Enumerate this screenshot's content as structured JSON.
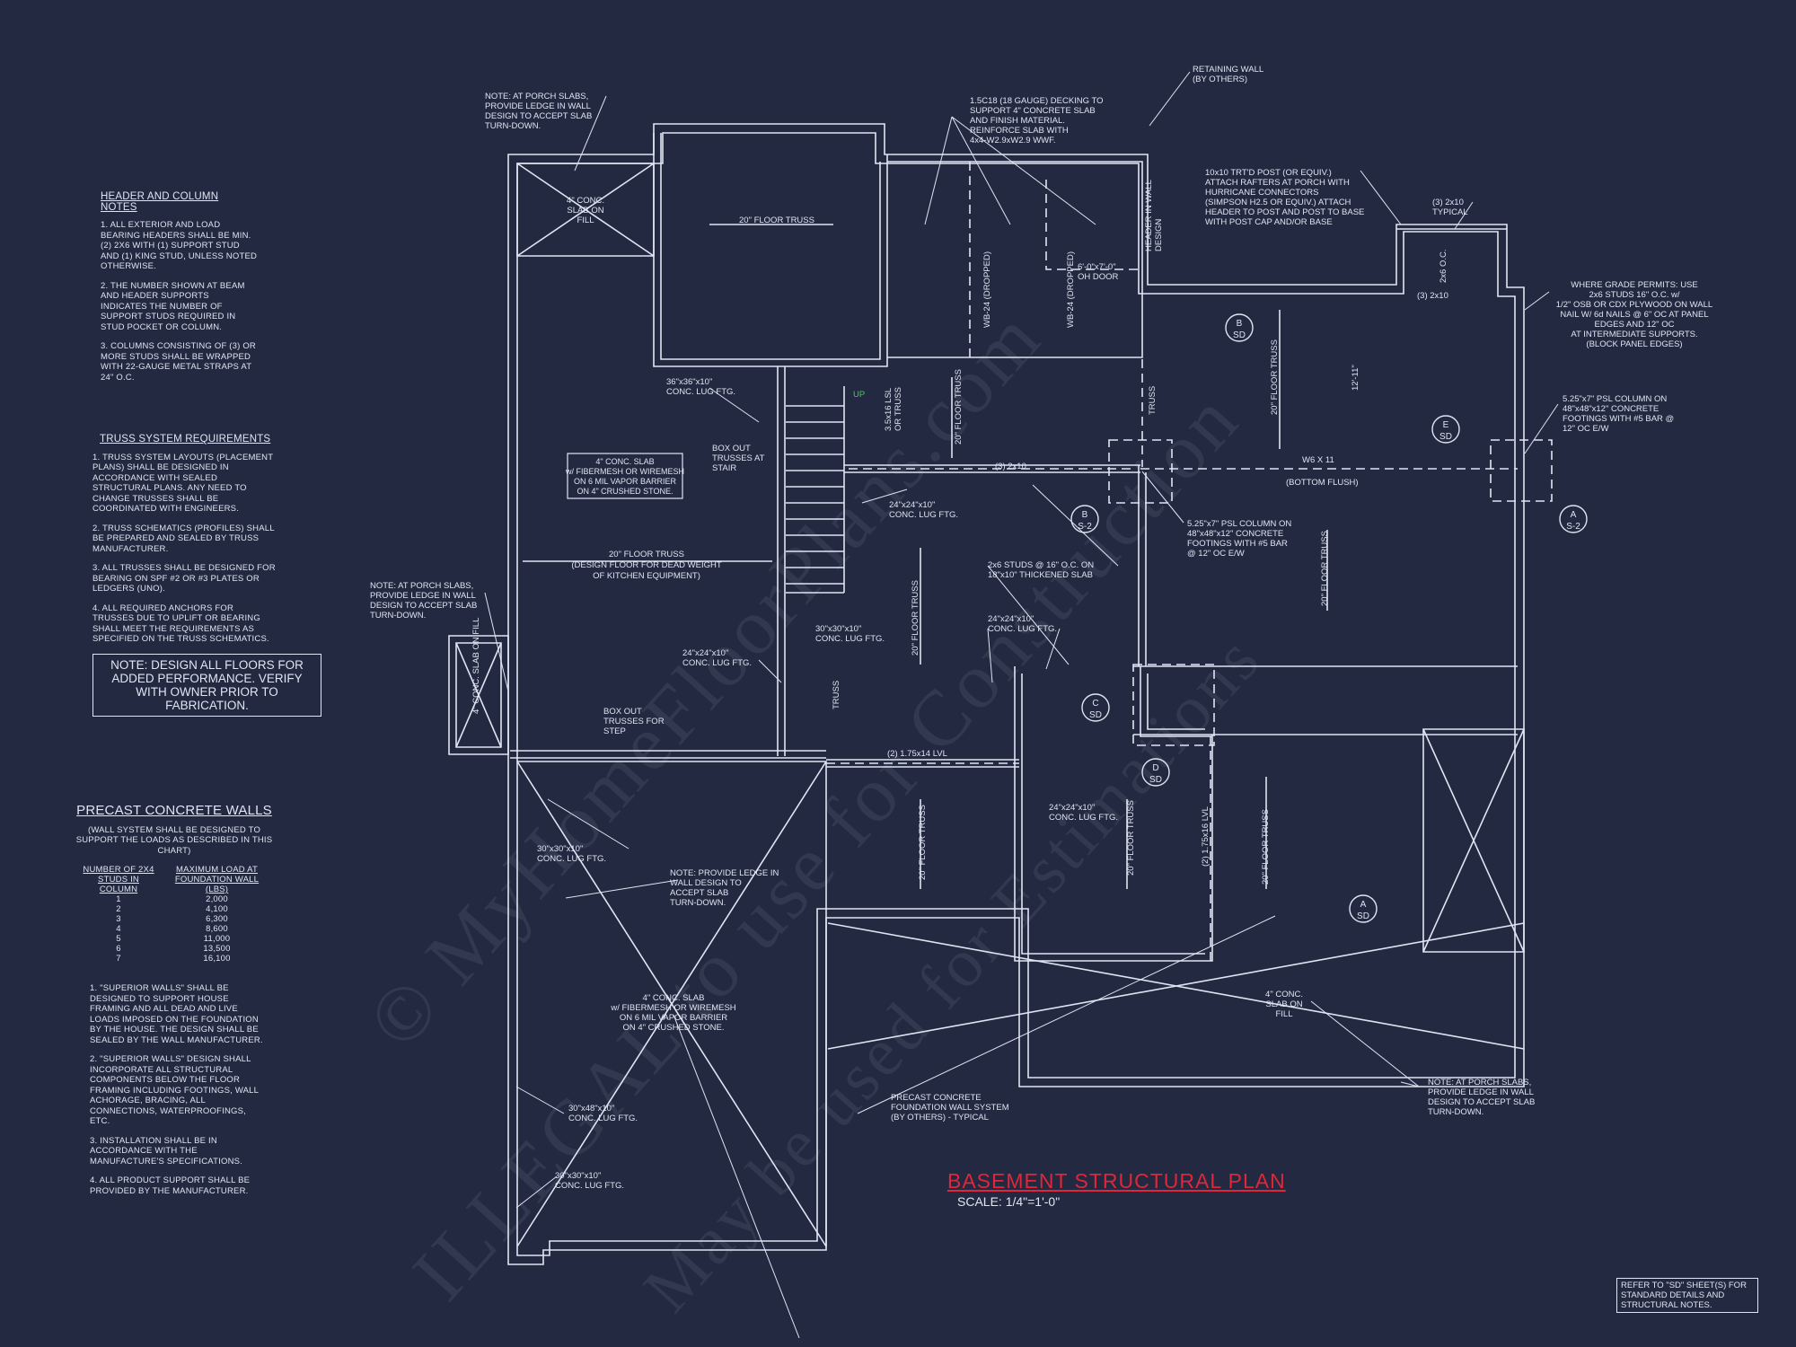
{
  "sheet": {
    "title": "BASEMENT STRUCTURAL PLAN",
    "scale": "SCALE: 1/4\"=1'-0\"",
    "reference": "REFER TO \"SD\" SHEET(S) FOR STANDARD DETAILS AND STRUCTURAL NOTES.",
    "watermark_lines": [
      "© MyHomeFloorPlans.com",
      "ILLEGAL to use for Construction",
      "May be used for Estimations"
    ],
    "colors": {
      "background": "#232940",
      "linework": "#dfe5f2",
      "title": "#e0263a",
      "up_arrow": "#3bd14a"
    }
  },
  "header_column_notes": {
    "title": "HEADER AND COLUMN NOTES",
    "items": [
      "1. ALL EXTERIOR AND LOAD BEARING HEADERS SHALL BE MIN. (2) 2x6 WITH (1) SUPPORT STUD AND (1) KING STUD, UNLESS NOTED OTHERWISE.",
      "2. THE NUMBER SHOWN AT BEAM AND HEADER SUPPORTS INDICATES THE NUMBER OF SUPPORT STUDS REQUIRED IN STUD POCKET OR COLUMN.",
      "3. COLUMNS CONSISTING OF (3) OR MORE STUDS SHALL BE WRAPPED WITH 22-GAUGE METAL STRAPS AT 24\" O.C."
    ]
  },
  "truss_requirements": {
    "title": "TRUSS SYSTEM REQUIREMENTS",
    "items": [
      "1. TRUSS SYSTEM LAYOUTS (PLACEMENT PLANS) SHALL BE DESIGNED IN ACCORDANCE WITH SEALED STRUCTURAL PLANS. ANY NEED TO CHANGE TRUSSES SHALL BE COORDINATED WITH ENGINEERS.",
      "2. TRUSS SCHEMATICS (PROFILES) SHALL BE PREPARED AND SEALED BY TRUSS MANUFACTURER.",
      "3. ALL TRUSSES SHALL BE DESIGNED FOR BEARING ON SPF #2 OR #3 PLATES OR LEDGERS (UNO).",
      "4. ALL REQUIRED ANCHORS FOR TRUSSES DUE TO UPLIFT OR BEARING SHALL MEET THE REQUIREMENTS AS SPECIFIED ON THE TRUSS SCHEMATICS."
    ],
    "boxed_note": "NOTE: DESIGN ALL FLOORS FOR ADDED PERFORMANCE. VERIFY WITH OWNER PRIOR TO FABRICATION."
  },
  "precast_walls": {
    "title": "PRECAST CONCRETE WALLS",
    "subtitle": "(WALL SYSTEM SHALL BE DESIGNED TO SUPPORT THE LOADS AS DESCRIBED IN THIS CHART)",
    "col1_header": "NUMBER OF 2x4 STUDS IN COLUMN",
    "col2_header": "MAXIMUM LOAD AT FOUNDATION WALL (LBS)",
    "rows": [
      [
        "1",
        "2,000"
      ],
      [
        "2",
        "4,100"
      ],
      [
        "3",
        "6,300"
      ],
      [
        "4",
        "8,600"
      ],
      [
        "5",
        "11,000"
      ],
      [
        "6",
        "13,500"
      ],
      [
        "7",
        "16,100"
      ]
    ],
    "items": [
      "1. \"SUPERIOR WALLS\" SHALL BE DESIGNED TO SUPPORT HOUSE FRAMING AND ALL DEAD AND LIVE LOADS IMPOSED ON THE FOUNDATION BY THE HOUSE. THE DESIGN SHALL BE SEALED BY THE WALL MANUFACTURER.",
      "2. \"SUPERIOR WALLS\" DESIGN SHALL INCORPORATE ALL STRUCTURAL COMPONENTS BELOW THE FLOOR FRAMING INCLUDING FOOTINGS, WALL ACHORAGE, BRACING, ALL CONNECTIONS, WATERPROOFINGS, ETC.",
      "3. INSTALLATION SHALL BE IN ACCORDANCE WITH THE MANUFACTURE'S SPECIFICATIONS.",
      "4. ALL PRODUCT SUPPORT SHALL BE PROVIDED BY THE MANUFACTURER."
    ]
  },
  "plan_labels": {
    "porch_note_top": [
      "NOTE: AT PORCH SLABS,",
      "PROVIDE LEDGE IN WALL",
      "DESIGN TO ACCEPT SLAB",
      "TURN-DOWN."
    ],
    "porch_note_left": [
      "NOTE: AT PORCH SLABS,",
      "PROVIDE LEDGE IN WALL",
      "DESIGN TO ACCEPT SLAB",
      "TURN-DOWN."
    ],
    "porch_note_right": [
      "NOTE: AT PORCH SLABS,",
      "PROVIDE LEDGE IN WALL",
      "DESIGN TO ACCEPT SLAB",
      "TURN-DOWN."
    ],
    "ledge_note": [
      "NOTE: PROVIDE LEDGE IN",
      "WALL DESIGN TO",
      "ACCEPT SLAB",
      "TURN-DOWN."
    ],
    "retaining_wall": [
      "RETAINING WALL",
      "(BY OTHERS)"
    ],
    "decking": [
      "1.5C18 (18 GAUGE) DECKING TO",
      "SUPPORT 4\" CONCRETE SLAB",
      "AND FINISH MATERIAL.",
      "REINFORCE SLAB WITH",
      "4x4-W2.9xW2.9 WWF."
    ],
    "porch_post": [
      "10x10 TRT'D POST (OR EQUIV.)",
      "ATTACH RAFTERS AT PORCH WITH",
      "HURRICANE CONNECTORS",
      "(SIMPSON H2.5 OR EQUIV.) ATTACH",
      "HEADER TO POST AND POST TO BASE",
      "WITH POST CAP AND/OR BASE"
    ],
    "typical_2x10": [
      "(3) 2x10",
      "TYPICAL"
    ],
    "grade_permits": [
      "WHERE GRADE PERMITS: USE",
      "2x6 STUDS 16\" O.C. w/",
      "1/2\" OSB OR CDX PLYWOOD ON WALL",
      "NAIL W/ 6d NAILS @ 6\" OC AT PANEL",
      "EDGES AND 12\" OC",
      "AT INTERMEDIATE SUPPORTS.",
      "(BLOCK PANEL EDGES)"
    ],
    "psl_right": [
      "5.25\"x7\" PSL COLUMN ON",
      "48\"x48\"x12\" CONCRETE",
      "FOOTINGS WITH #5 BAR @",
      "12\" OC E/W"
    ],
    "psl_center": [
      "5.25\"x7\" PSL COLUMN ON",
      "48\"x48\"x12\" CONCRETE",
      "FOOTINGS WITH #5 BAR",
      "@ 12\" OC E/W"
    ],
    "studs_2x6": [
      "2x6 STUDS @ 16\" O.C. ON",
      "18\"x10\" THICKENED SLAB"
    ],
    "slab_box": [
      "4\" CONC. SLAB",
      "w/ FIBERMESH OR WIREMESH",
      "ON 6 MIL VAPOR BARRIER",
      "ON 4\" CRUSHED STONE."
    ],
    "slab_bottom": [
      "4\" CONC. SLAB",
      "w/ FIBERMESH OR WIREMESH",
      "ON 6 MIL VAPOR BARRIER",
      "ON 4\" CRUSHED STONE."
    ],
    "precast_system": [
      "PRECAST CONCRETE",
      "FOUNDATION WALL SYSTEM",
      "(BY OTHERS) - TYPICAL"
    ],
    "floor_truss_kitchen": [
      "20\" FLOOR TRUSS",
      "(DESIGN FLOOR FOR DEAD WEIGHT",
      "OF KITCHEN EQUIPMENT)"
    ],
    "box_out_stair": [
      "BOX OUT",
      "TRUSSES AT",
      "STAIR"
    ],
    "box_out_step": [
      "BOX OUT",
      "TRUSSES FOR",
      "STEP"
    ],
    "ftg_36": [
      "36\"x36\"x10\"",
      "CONC. LUG FTG."
    ],
    "ftg_24_a": [
      "24\"x24\"x10\"",
      "CONC. LUG FTG."
    ],
    "ftg_24_b": [
      "24\"x24\"x10\"",
      "CONC. LUG FTG."
    ],
    "ftg_24_c": [
      "24\"x24\"x10\"",
      "CONC. LUG FTG."
    ],
    "ftg_24_d": [
      "24\"x24\"x10\"",
      "CONC. LUG FTG."
    ],
    "ftg_30_a": [
      "30\"x30\"x10\"",
      "CONC. LUG FTG."
    ],
    "ftg_30_b": [
      "30\"x30\"x10\"",
      "CONC. LUG FTG."
    ],
    "ftg_30_c": [
      "30\"x30\"x10\"",
      "CONC. LUG FTG."
    ],
    "ftg_30x48": [
      "30\"x48\"x10\"",
      "CONC. LUG FTG."
    ],
    "slab_fill_tl": [
      "4\" CONC.",
      "SLAB ON",
      "FILL"
    ],
    "slab_fill_br": [
      "4\" CONC.",
      "SLAB ON",
      "FILL"
    ],
    "slab_fill_left": "4\" CONC. SLAB ON FILL",
    "floor_truss": "20\" FLOOR TRUSS",
    "wb_dropped_a": "WB-24 (DROPPED)",
    "wb_dropped_b": "WB-24 (DROPPED)",
    "oh_door": [
      "6'-0\"x7'-0\"",
      "OH DOOR"
    ],
    "header_in_wall": [
      "HEADER IN WALL",
      "DESIGN"
    ],
    "lsl": [
      "3.5x16 LSL",
      "OR TRUSS"
    ],
    "truss": "TRUSS",
    "two_2x10": "(3) 2x10",
    "w_beam": "W6 X 11",
    "bottom_flush": "(BOTTOM FLUSH)",
    "lvl_14": "(2) 1.75x14 LVL",
    "lvl_16": "(2) 1.75x16 LVL",
    "dim_12_11": "12'-11\"",
    "two_2x10_porch": "(3) 2x10",
    "dbl_2x6": "2x6 O.C.",
    "up": "UP"
  },
  "section_markers": [
    {
      "letter": "B",
      "sheet": "SD"
    },
    {
      "letter": "E",
      "sheet": "SD"
    },
    {
      "letter": "B",
      "sheet": "S-2"
    },
    {
      "letter": "A",
      "sheet": "S-2"
    },
    {
      "letter": "C",
      "sheet": "SD"
    },
    {
      "letter": "D",
      "sheet": "SD"
    },
    {
      "letter": "A",
      "sheet": "SD"
    }
  ]
}
